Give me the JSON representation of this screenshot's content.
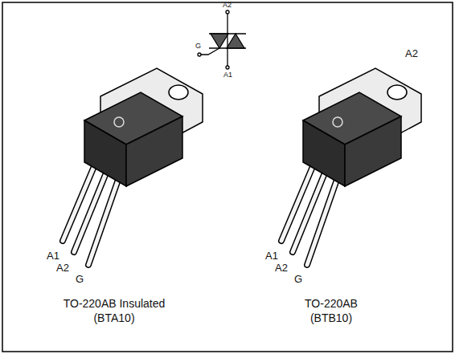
{
  "diagram": {
    "labels": [
      "A2",
      "G",
      "A1",
      "A2",
      "A1",
      "A2",
      "G",
      "TO-220AB Insulated",
      "(BTA10)",
      "A1",
      "A2",
      "G",
      "TO-220AB",
      "(BTB10)"
    ]
  }
}
